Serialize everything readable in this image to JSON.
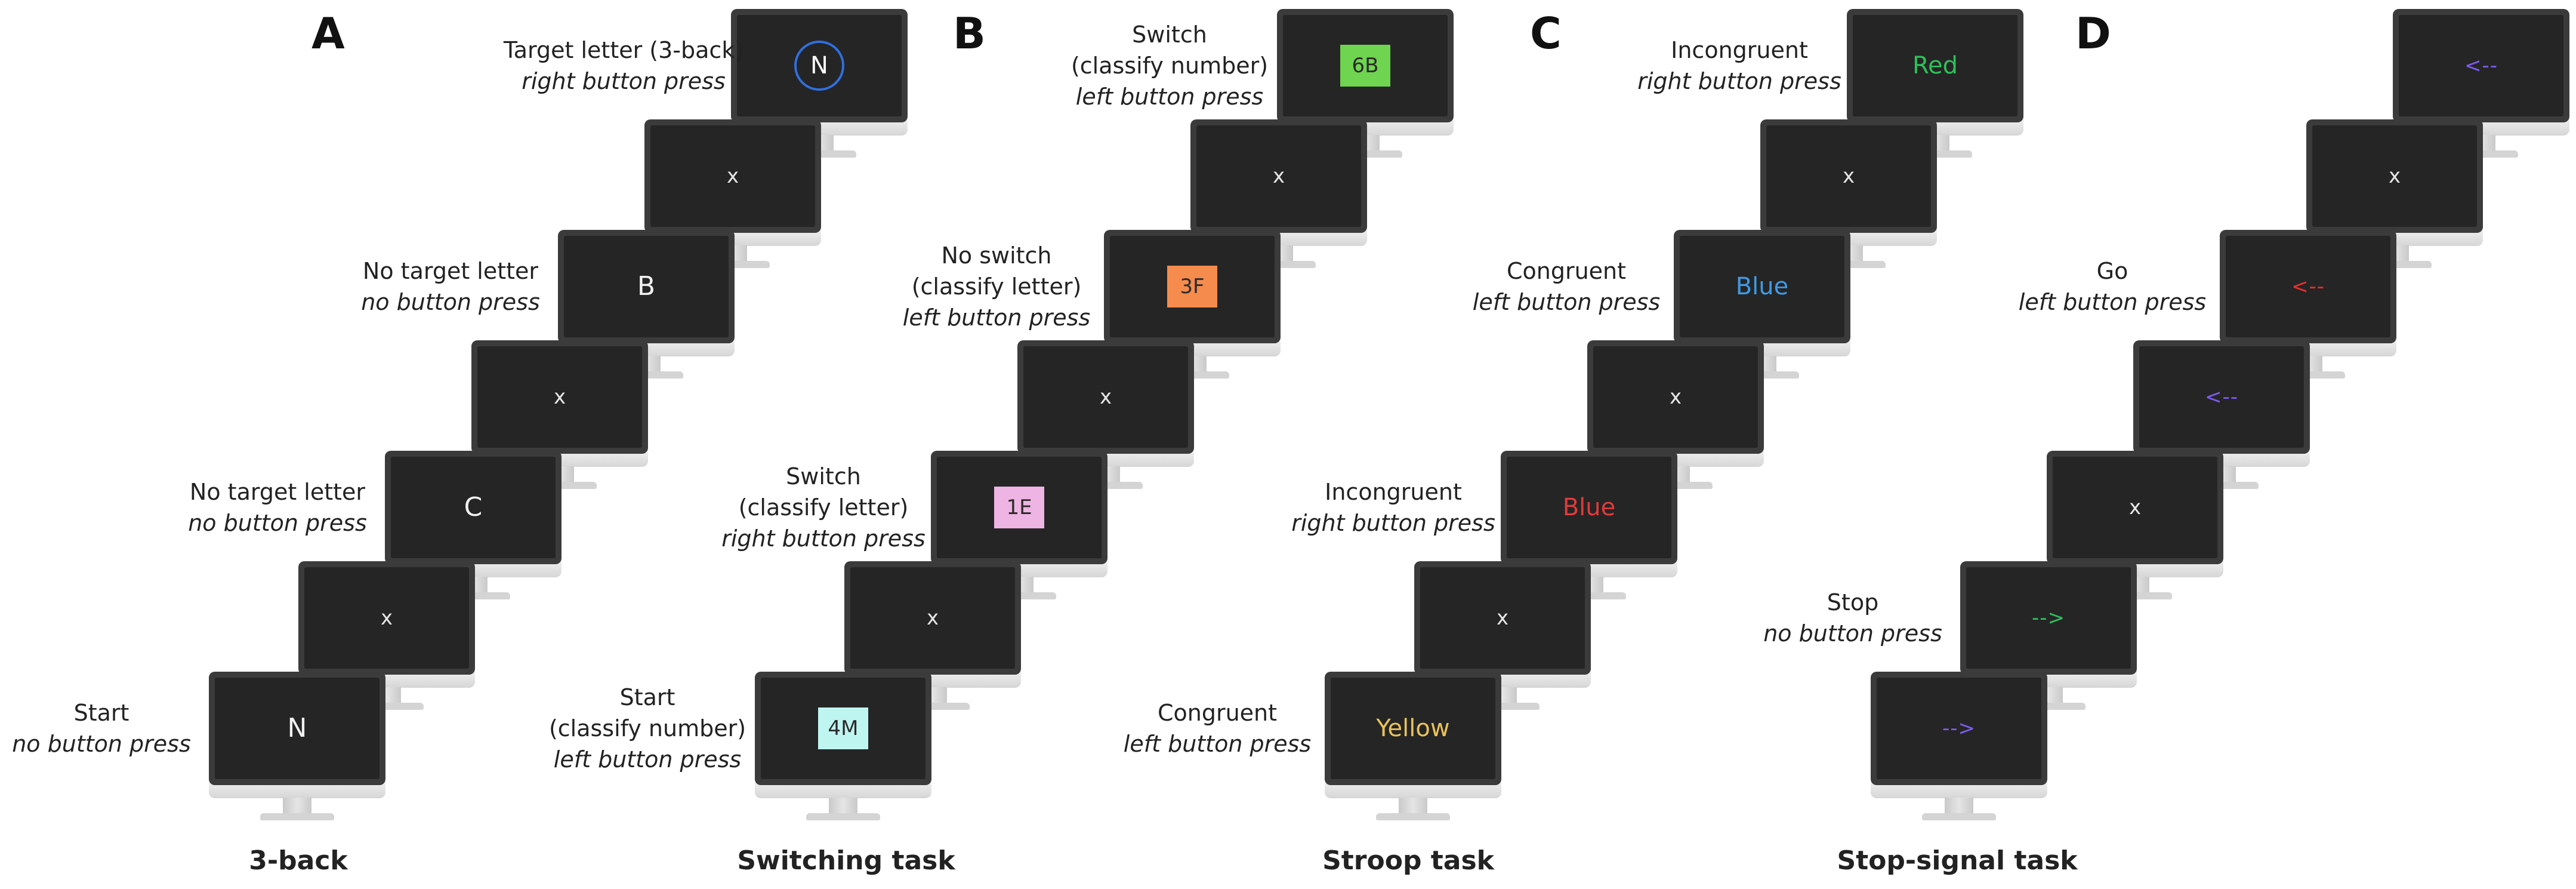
{
  "colors": {
    "target_circle": "#2f6fe0",
    "box_green": "#6fd44f",
    "box_orange": "#f58b4c",
    "box_pink": "#eeb4e3",
    "box_cyan": "#bff5f0",
    "stroop_green": "#2fc05a",
    "stroop_blue": "#3f9ae8",
    "stroop_red": "#e23a3a",
    "stroop_yellow": "#e9c25a",
    "arrow_purple": "#7b5cf0",
    "arrow_red": "#e8302f",
    "arrow_green": "#2fbf5f"
  },
  "panels": [
    {
      "letter": "A",
      "title": "3-back",
      "screens": [
        {
          "stimulus": "N",
          "style": "circled",
          "label": [
            "Target letter (3-back)",
            "right button press"
          ]
        },
        {
          "stimulus": "x",
          "style": "fix"
        },
        {
          "stimulus": "B",
          "style": "letter",
          "label": [
            "No target letter",
            "no button press"
          ]
        },
        {
          "stimulus": "x",
          "style": "fix"
        },
        {
          "stimulus": "C",
          "style": "letter",
          "label": [
            "No target letter",
            "no button press"
          ]
        },
        {
          "stimulus": "x",
          "style": "fix"
        },
        {
          "stimulus": "N",
          "style": "letter",
          "label": [
            "Start",
            "no button press"
          ]
        }
      ]
    },
    {
      "letter": "B",
      "title": "Switching task",
      "screens": [
        {
          "stimulus": "6B",
          "style": "boxed",
          "color": "#6fd44f",
          "label": [
            "Switch",
            "(classify number)",
            "left button press"
          ]
        },
        {
          "stimulus": "x",
          "style": "fix"
        },
        {
          "stimulus": "3F",
          "style": "boxed",
          "color": "#f58b4c",
          "label": [
            "No switch",
            "(classify letter)",
            "left button press"
          ]
        },
        {
          "stimulus": "x",
          "style": "fix"
        },
        {
          "stimulus": "1E",
          "style": "boxed",
          "color": "#eeb4e3",
          "label": [
            "Switch",
            "(classify letter)",
            "right button press"
          ]
        },
        {
          "stimulus": "x",
          "style": "fix"
        },
        {
          "stimulus": "4M",
          "style": "boxed",
          "color": "#bff5f0",
          "label": [
            "Start",
            "(classify number)",
            "left button press"
          ]
        }
      ]
    },
    {
      "letter": "C",
      "title": "Stroop task",
      "screens": [
        {
          "stimulus": "Red",
          "style": "colored",
          "color": "#2fc05a",
          "label": [
            "Incongruent",
            "right button press"
          ]
        },
        {
          "stimulus": "x",
          "style": "fix"
        },
        {
          "stimulus": "Blue",
          "style": "colored",
          "color": "#3f9ae8",
          "label": [
            "Congruent",
            "left button press"
          ]
        },
        {
          "stimulus": "x",
          "style": "fix"
        },
        {
          "stimulus": "Blue",
          "style": "colored",
          "color": "#e23a3a",
          "label": [
            "Incongruent",
            "right button press"
          ]
        },
        {
          "stimulus": "x",
          "style": "fix"
        },
        {
          "stimulus": "Yellow",
          "style": "colored",
          "color": "#e9c25a",
          "label": [
            "Congruent",
            "left button press"
          ]
        }
      ]
    },
    {
      "letter": "D",
      "title": "Stop-signal task",
      "screens": [
        {
          "stimulus": "<--",
          "style": "arrow",
          "color": "#7b5cf0"
        },
        {
          "stimulus": "x",
          "style": "fix"
        },
        {
          "stimulus": "<--",
          "style": "arrow",
          "color": "#e8302f",
          "label": [
            "Go",
            "left button press"
          ]
        },
        {
          "stimulus": "<--",
          "style": "arrow",
          "color": "#7b5cf0"
        },
        {
          "stimulus": "x",
          "style": "fix"
        },
        {
          "stimulus": "-->",
          "style": "arrow",
          "color": "#2fbf5f",
          "label": [
            "Stop",
            "no button press"
          ]
        },
        {
          "stimulus": "-->",
          "style": "arrow",
          "color": "#7b5cf0"
        }
      ]
    }
  ]
}
